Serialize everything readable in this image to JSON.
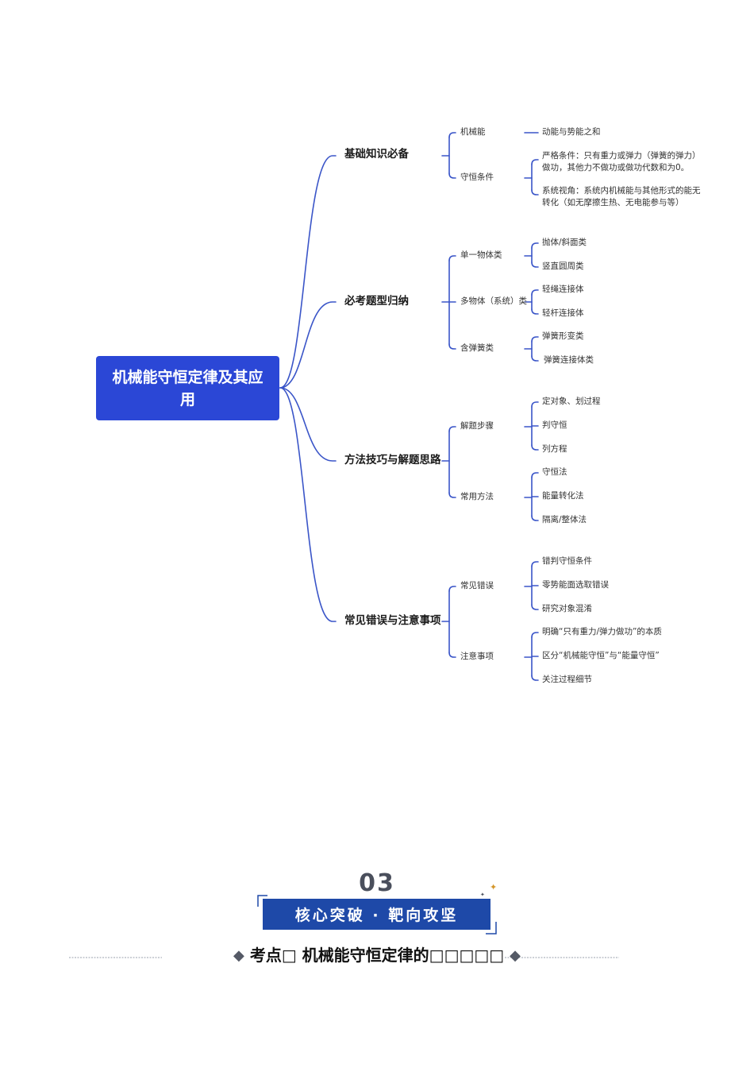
{
  "mindmap": {
    "root": "机械能守恒定律及其应用",
    "branches": [
      {
        "label": "基础知识必备",
        "children": [
          {
            "label": "机械能",
            "items": [
              "动能与势能之和"
            ]
          },
          {
            "label": "守恒条件",
            "items": [
              "严格条件：只有重力或弹力（弹簧的弹力）做功，其他力不做功或做功代数和为0。",
              "系统视角：系统内机械能与其他形式的能无转化（如无摩擦生热、无电能参与等）"
            ]
          }
        ]
      },
      {
        "label": "必考题型归纳",
        "children": [
          {
            "label": "单一物体类",
            "items": [
              "抛体/斜面类",
              "竖直圆周类"
            ]
          },
          {
            "label": "多物体（系统）类",
            "items": [
              "轻绳连接体",
              "轻杆连接体"
            ]
          },
          {
            "label": "含弹簧类",
            "items": [
              "弹簧形变类",
              "弹簧连接体类"
            ]
          }
        ]
      },
      {
        "label": "方法技巧与解题思路",
        "children": [
          {
            "label": "解题步骤",
            "items": [
              "定对象、划过程",
              "判守恒",
              "列方程"
            ]
          },
          {
            "label": "常用方法",
            "items": [
              "守恒法",
              "能量转化法",
              "隔离/整体法"
            ]
          }
        ]
      },
      {
        "label": "常见错误与注意事项",
        "children": [
          {
            "label": "常见错误",
            "items": [
              "错判守恒条件",
              "零势能面选取错误",
              "研究对象混淆"
            ]
          },
          {
            "label": "注意事项",
            "items": [
              "明确“只有重力/弹力做功”的本质",
              "区分“机械能守恒”与“能量守恒”",
              "关注过程细节"
            ]
          }
        ]
      }
    ]
  },
  "section": {
    "number": "03",
    "banner": "核心突破 · 靶向攻坚",
    "kaodian": "考点□ 机械能守恒定律的□□□□□"
  },
  "colors": {
    "line": "#3a55c8",
    "root_bg": "#2b47d6",
    "banner_bg": "#1e49a8"
  }
}
